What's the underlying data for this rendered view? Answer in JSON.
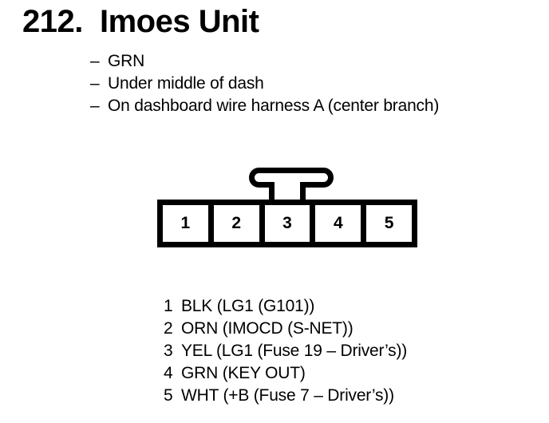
{
  "header": {
    "section_number": "212.",
    "title": "Imoes Unit"
  },
  "details": {
    "bullet": "–",
    "items": [
      "GRN",
      "Under middle of dash",
      "On dashboard wire harness A (center branch)"
    ]
  },
  "connector": {
    "pins": [
      "1",
      "2",
      "3",
      "4",
      "5"
    ]
  },
  "pin_table": {
    "rows": [
      {
        "pin": "1",
        "desc": "BLK (LG1 (G101))"
      },
      {
        "pin": "2",
        "desc": "ORN (IMOCD (S-NET))"
      },
      {
        "pin": "3",
        "desc": "YEL (LG1 (Fuse 19 – Driver’s))"
      },
      {
        "pin": "4",
        "desc": "GRN (KEY OUT)"
      },
      {
        "pin": "5",
        "desc": "WHT (+B (Fuse 7 – Driver’s))"
      }
    ]
  },
  "colors": {
    "ink": "#000000",
    "paper": "#ffffff"
  }
}
